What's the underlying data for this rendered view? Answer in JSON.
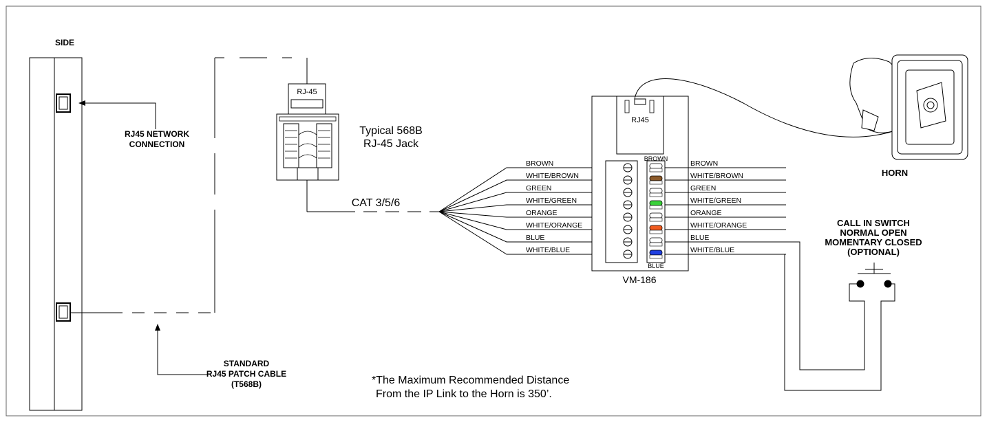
{
  "labels": {
    "side": "SIDE",
    "rj45_network_1": "RJ45 NETWORK",
    "rj45_network_2": "CONNECTION",
    "patch_1": "STANDARD",
    "patch_2": "RJ45 PATCH CABLE",
    "patch_3": "(T568B)",
    "rj45_plug": "RJ-45",
    "jack_1": "Typical 568B",
    "jack_2": "RJ-45 Jack",
    "cat": "CAT 3/5/6",
    "rj45_module": "RJ45",
    "module_name": "VM-186",
    "horn": "HORN",
    "switch_1": "CALL IN SWITCH",
    "switch_2": "NORMAL OPEN",
    "switch_3": "MOMENTARY CLOSED",
    "switch_4": "(OPTIONAL)",
    "note_1": "*The Maximum Recommended Distance",
    "note_2": "From the IP Link to the Horn is 350’.",
    "term_top": "BROWN",
    "term_bottom": "BLUE"
  },
  "wires_left": [
    "BROWN",
    "WHITE/BROWN",
    "GREEN",
    "WHITE/GREEN",
    "ORANGE",
    "WHITE/ORANGE",
    "BLUE",
    "WHITE/BLUE"
  ],
  "wires_right": [
    "BROWN",
    "WHITE/BROWN",
    "GREEN",
    "WHITE/GREEN",
    "ORANGE",
    "WHITE/ORANGE",
    "BLUE",
    "WHITE/BLUE"
  ],
  "wire_colors": [
    "#8b5a2b",
    "#8b5a2b",
    "#3ad13a",
    "#3ad13a",
    "#f05a1e",
    "#f05a1e",
    "#2040e0",
    "#2040e0"
  ]
}
